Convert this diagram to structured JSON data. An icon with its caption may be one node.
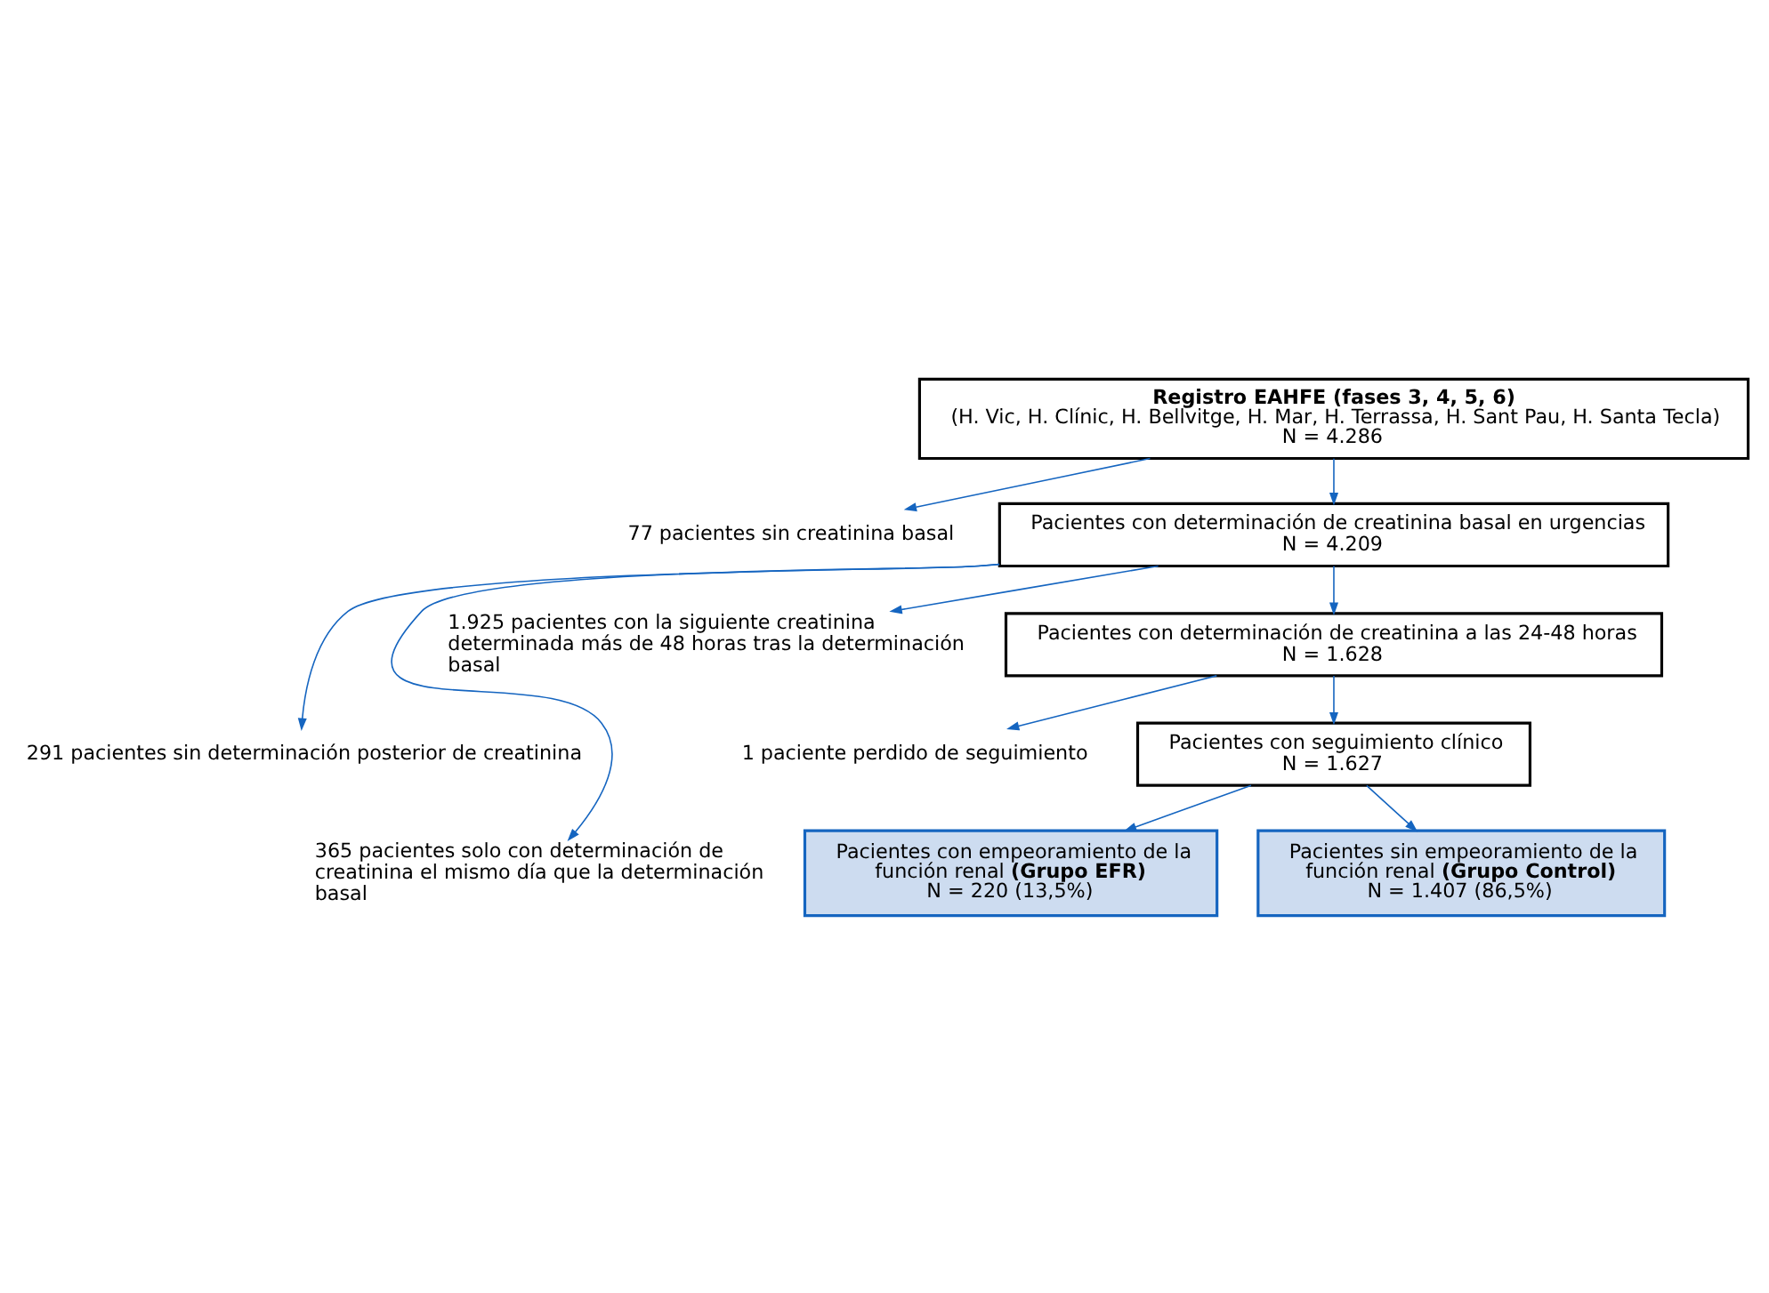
{
  "diagram": {
    "nodes": [
      {
        "text": [
          "Registro EAHFE (fases 3, 4, 5, 6)",
          "(H. Vic, H. Clínic, H. Bellvitge, H. Mar, H. Terrassa, H. Sant Pau, H. Santa Tecla)",
          "N = 4.286"
        ]
      },
      {
        "text": [
          "77 pacientes sin creatinina basal"
        ]
      },
      {
        "text": [
          "Pacientes con determinación de creatinina basal en urgencias",
          "N = 4.209"
        ]
      },
      {
        "text": [
          "291 pacientes sin determinación posterior de creatinina"
        ]
      },
      {
        "text": [
          "365 pacientes solo con determinación de creatinina el mismo día que la determinación basal"
        ]
      },
      {
        "text": [
          "1.925 pacientes con la siguiente creatinina determinada más de 48 horas tras la determinación basal"
        ]
      },
      {
        "text": [
          "Pacientes con determinación de creatinina a las 24-48 horas",
          "N = 1.628"
        ]
      },
      {
        "text": [
          "1 paciente perdido de seguimiento"
        ]
      },
      {
        "text": [
          "Pacientes con seguimiento clínico",
          "N = 1.627"
        ]
      },
      {
        "text": [
          "Pacientes con empeoramiento de la función renal **(Grupo EFR)**",
          "N = 220 (13,5%)"
        ]
      },
      {
        "text": [
          "Pacientes sin empeoramiento de la función renal **(Grupo Control)**",
          "N = 1.407 (86,5%)"
        ]
      }
    ],
    "edges": [
      {
        "from": 0,
        "to": 2,
        "arrow": "to"
      },
      {
        "from": 0,
        "to": 1,
        "arrow": "to"
      },
      {
        "from": 2,
        "to": 6,
        "arrow": "to"
      },
      {
        "from": 2,
        "to": 3,
        "arrow": "to"
      },
      {
        "from": 2,
        "to": 4,
        "arrow": "to"
      },
      {
        "from": 2,
        "to": 5,
        "arrow": "to"
      },
      {
        "from": 6,
        "to": 8,
        "arrow": "to"
      },
      {
        "from": 6,
        "to": 7,
        "arrow": "to"
      },
      {
        "from": 8,
        "to": 9,
        "arrow": "to"
      },
      {
        "from": 8,
        "to": 10,
        "arrow": "to"
      }
    ]
  }
}
